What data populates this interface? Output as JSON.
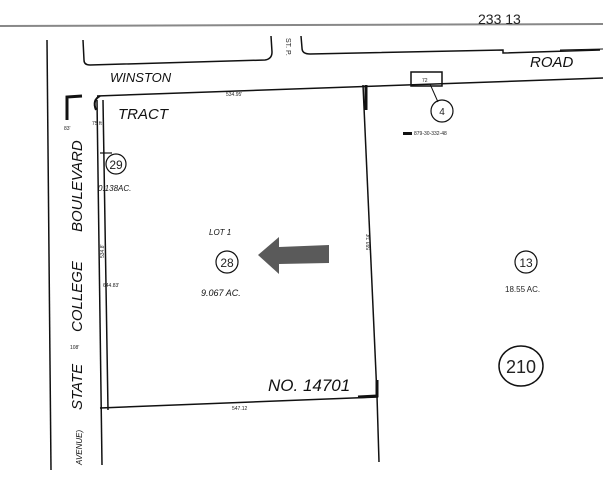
{
  "map": {
    "page_ref": "233 13",
    "streets": {
      "winston": "WINSTON",
      "road": "ROAD",
      "state": "STATE",
      "college": "COLLEGE",
      "boulevard": "BOULEVARD",
      "avenue": "AVENUE)",
      "street_abbr": "ST. P."
    },
    "tract_label": "TRACT",
    "tract_number": "NO. 14701",
    "parcels": [
      {
        "number": "29",
        "area": "0.138AC."
      },
      {
        "number": "28",
        "lot": "LOT 1",
        "area": "9.067 AC."
      },
      {
        "number": "13",
        "area": "18.55 AC."
      },
      {
        "number": "4",
        "apn": "879-30-332-48"
      }
    ],
    "block_number": "210",
    "dimensions": {
      "top": "534.95'",
      "right": "593.74'",
      "bottom": "547.12",
      "left_1": "534.8'",
      "left_2": "644.83'",
      "left_3": "108'",
      "corner": "83'",
      "curve": "75 ft",
      "box": "72"
    },
    "arrow_color": "#5a5a5a"
  }
}
